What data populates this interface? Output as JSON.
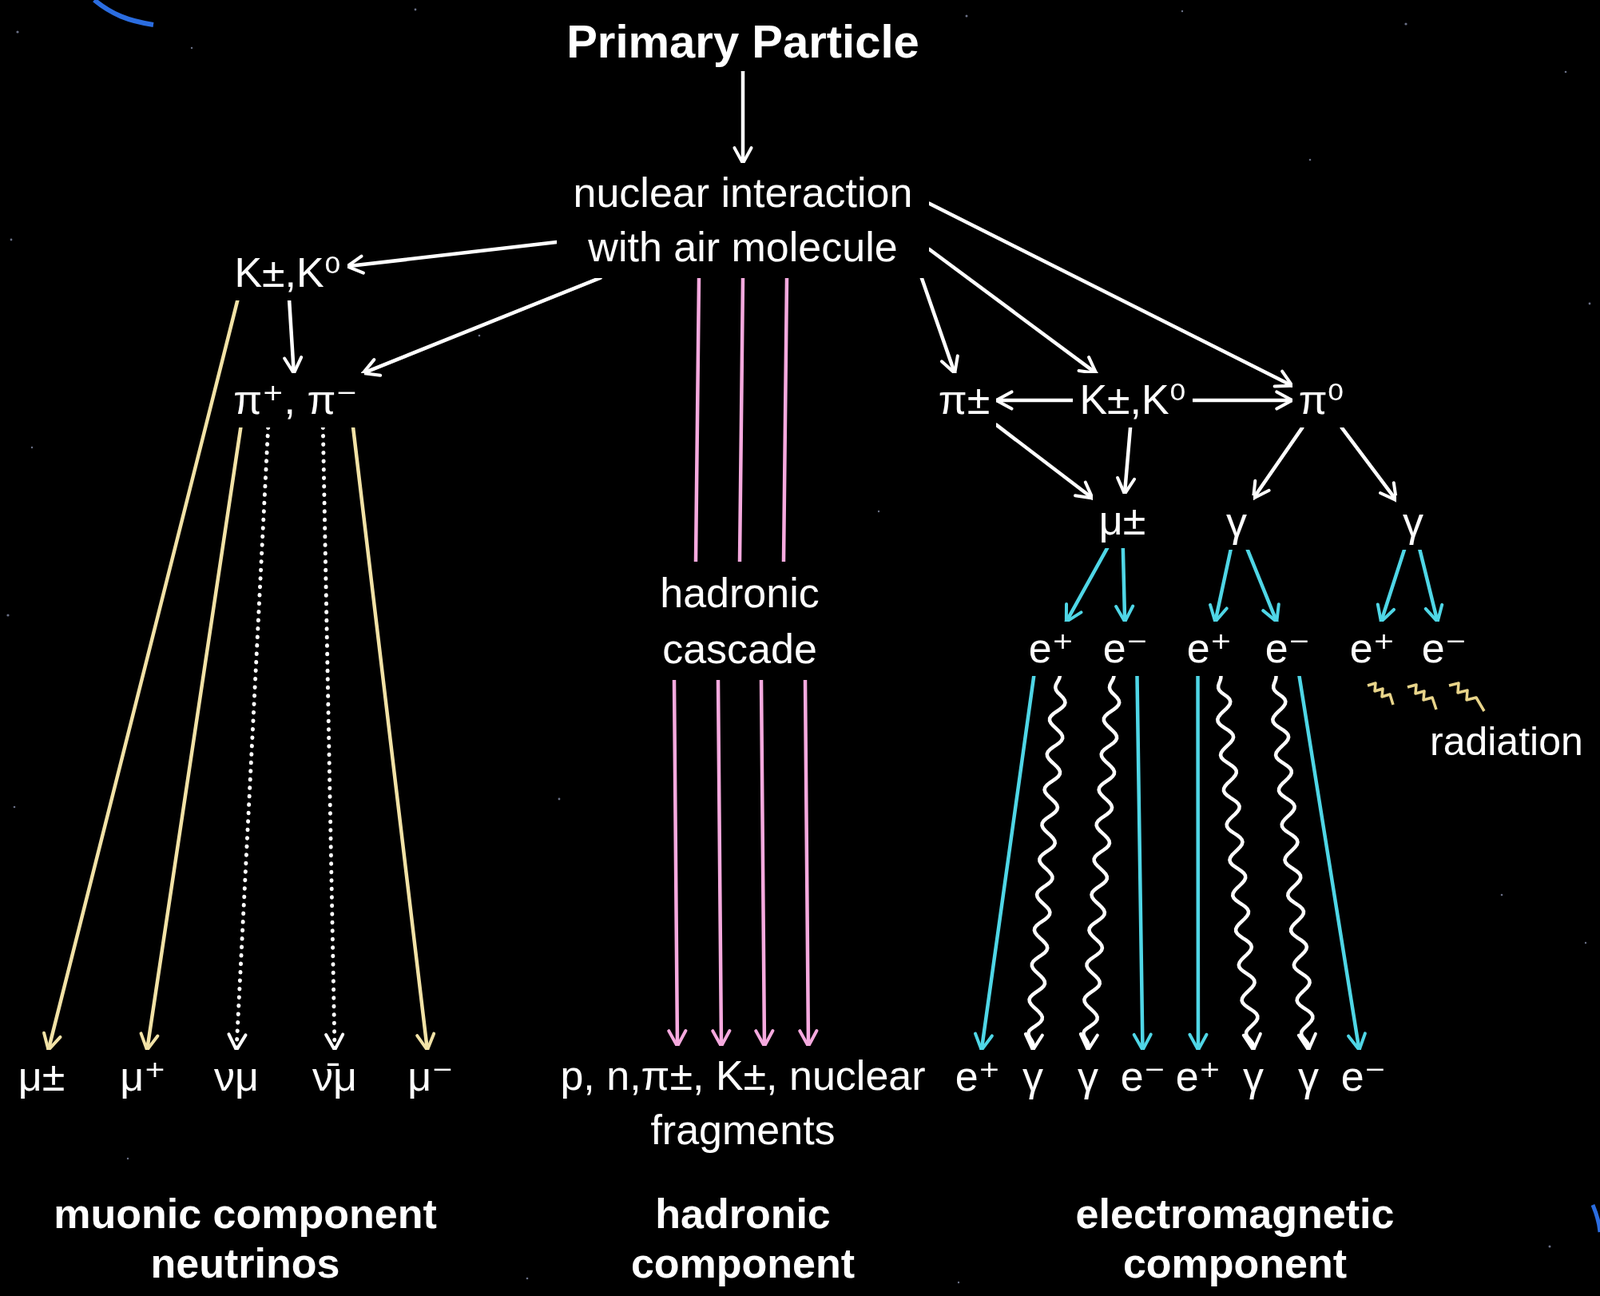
{
  "diagram": {
    "nodes": [
      {
        "text": [
          "Primary Particle"
        ]
      },
      {
        "text": [
          "nuclear interaction with air molecule"
        ]
      },
      {
        "text": [
          "K±,K⁰"
        ]
      },
      {
        "text": [
          "π⁺, π⁻"
        ]
      },
      {
        "text": [
          "hadronic cascade"
        ]
      },
      {
        "text": [
          "π±"
        ]
      },
      {
        "text": [
          "K±,K⁰"
        ]
      },
      {
        "text": [
          "π⁰"
        ]
      },
      {
        "text": [
          "μ±"
        ]
      },
      {
        "text": [
          "γ"
        ]
      },
      {
        "text": [
          "γ"
        ]
      },
      {
        "text": [
          "e⁺"
        ]
      },
      {
        "text": [
          "e⁻"
        ]
      },
      {
        "text": [
          "e⁺"
        ]
      },
      {
        "text": [
          "e⁻"
        ]
      },
      {
        "text": [
          "e⁺"
        ]
      },
      {
        "text": [
          "e⁻"
        ]
      },
      {
        "text": [
          "μ±"
        ]
      },
      {
        "text": [
          "μ⁺"
        ]
      },
      {
        "text": [
          "νμ"
        ]
      },
      {
        "text": [
          "ν̄μ"
        ]
      },
      {
        "text": [
          "μ⁻"
        ]
      },
      {
        "text": [
          "p, n,π±, K±, nuclear fragments"
        ]
      },
      {
        "text": [
          "e⁺"
        ]
      },
      {
        "text": [
          "γ"
        ]
      },
      {
        "text": [
          "γ"
        ]
      },
      {
        "text": [
          "e⁻"
        ]
      },
      {
        "text": [
          "e⁺"
        ]
      },
      {
        "text": [
          "γ"
        ]
      },
      {
        "text": [
          "γ"
        ]
      },
      {
        "text": [
          "e⁻"
        ]
      }
    ],
    "edges": [
      {
        "from": 0,
        "to": 1,
        "arrow": "to"
      },
      {
        "from": 1,
        "to": 2,
        "arrow": "to"
      },
      {
        "from": 1,
        "to": 3,
        "arrow": "to"
      },
      {
        "from": 2,
        "to": 3,
        "arrow": "to"
      },
      {
        "from": 2,
        "to": 17,
        "arrow": "to"
      },
      {
        "from": 3,
        "to": 18,
        "arrow": "to"
      },
      {
        "from": 3,
        "to": 19,
        "arrow": "to"
      },
      {
        "from": 3,
        "to": 20,
        "arrow": "to"
      },
      {
        "from": 3,
        "to": 21,
        "arrow": "to"
      },
      {
        "from": 1,
        "to": 4,
        "arrow": "none"
      },
      {
        "from": 4,
        "to": 22,
        "arrow": "to"
      },
      {
        "from": 1,
        "to": 5,
        "arrow": "to"
      },
      {
        "from": 1,
        "to": 6,
        "arrow": "to"
      },
      {
        "from": 1,
        "to": 7,
        "arrow": "to"
      },
      {
        "from": 6,
        "to": 5,
        "arrow": "to"
      },
      {
        "from": 6,
        "to": 7,
        "arrow": "to"
      },
      {
        "from": 5,
        "to": 8,
        "arrow": "to"
      },
      {
        "from": 6,
        "to": 8,
        "arrow": "to"
      },
      {
        "from": 7,
        "to": 9,
        "arrow": "to"
      },
      {
        "from": 7,
        "to": 10,
        "arrow": "to"
      },
      {
        "from": 8,
        "to": 11,
        "arrow": "to"
      },
      {
        "from": 8,
        "to": 12,
        "arrow": "to"
      },
      {
        "from": 9,
        "to": 13,
        "arrow": "to"
      },
      {
        "from": 9,
        "to": 14,
        "arrow": "to"
      },
      {
        "from": 10,
        "to": 15,
        "arrow": "to"
      },
      {
        "from": 10,
        "to": 16,
        "arrow": "to"
      },
      {
        "from": 11,
        "to": 23,
        "arrow": "to"
      },
      {
        "from": 11,
        "to": 24,
        "arrow": "to"
      },
      {
        "from": 12,
        "to": 25,
        "arrow": "to"
      },
      {
        "from": 12,
        "to": 26,
        "arrow": "to"
      },
      {
        "from": 13,
        "to": 27,
        "arrow": "to"
      },
      {
        "from": 13,
        "to": 28,
        "arrow": "to"
      },
      {
        "from": 14,
        "to": 29,
        "arrow": "to"
      },
      {
        "from": 14,
        "to": 30,
        "arrow": "to"
      }
    ],
    "labels": [
      "radiation",
      "muonic component neutrinos",
      "hadronic component",
      "electromagnetic component"
    ]
  }
}
